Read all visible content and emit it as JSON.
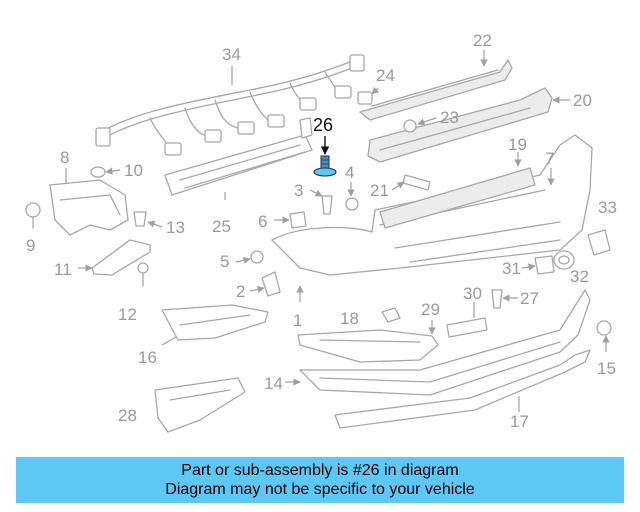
{
  "highlight_part": "26",
  "labels": {
    "n1": "1",
    "n2": "2",
    "n3": "3",
    "n4": "4",
    "n5": "5",
    "n6": "6",
    "n7": "7",
    "n8": "8",
    "n9": "9",
    "n10": "10",
    "n11": "11",
    "n12": "12",
    "n13": "13",
    "n14": "14",
    "n15": "15",
    "n16": "16",
    "n17": "17",
    "n18": "18",
    "n19": "19",
    "n20": "20",
    "n21": "21",
    "n22": "22",
    "n23": "23",
    "n24": "24",
    "n25": "25",
    "n26": "26",
    "n27": "27",
    "n28": "28",
    "n29": "29",
    "n30": "30",
    "n31": "31",
    "n32": "32",
    "n33": "33",
    "n34": "34"
  },
  "banner": {
    "line1": "Part or sub-assembly is #26 in diagram",
    "line2": "Diagram may not be specific to your vehicle",
    "color": "#5bc8f5"
  },
  "colors": {
    "part_lines": "#a8a8a8",
    "label_gray": "#9a9a9a",
    "highlight_fill": "#5bc8f5"
  }
}
